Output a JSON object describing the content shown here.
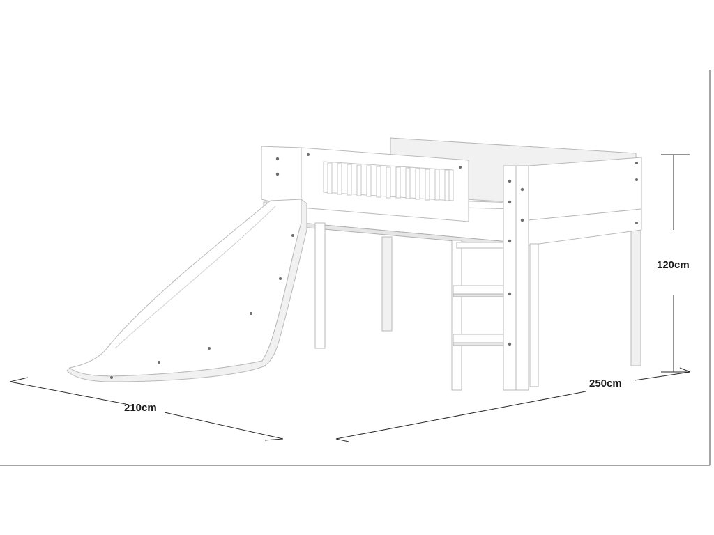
{
  "dimensions": {
    "width_label": "210cm",
    "length_label": "250cm",
    "height_label": "120cm"
  },
  "colors": {
    "furniture": "#ffffff",
    "outline": "#b9b9b9",
    "slats": "#e8cfa2",
    "lines": "#2a2a2a"
  }
}
